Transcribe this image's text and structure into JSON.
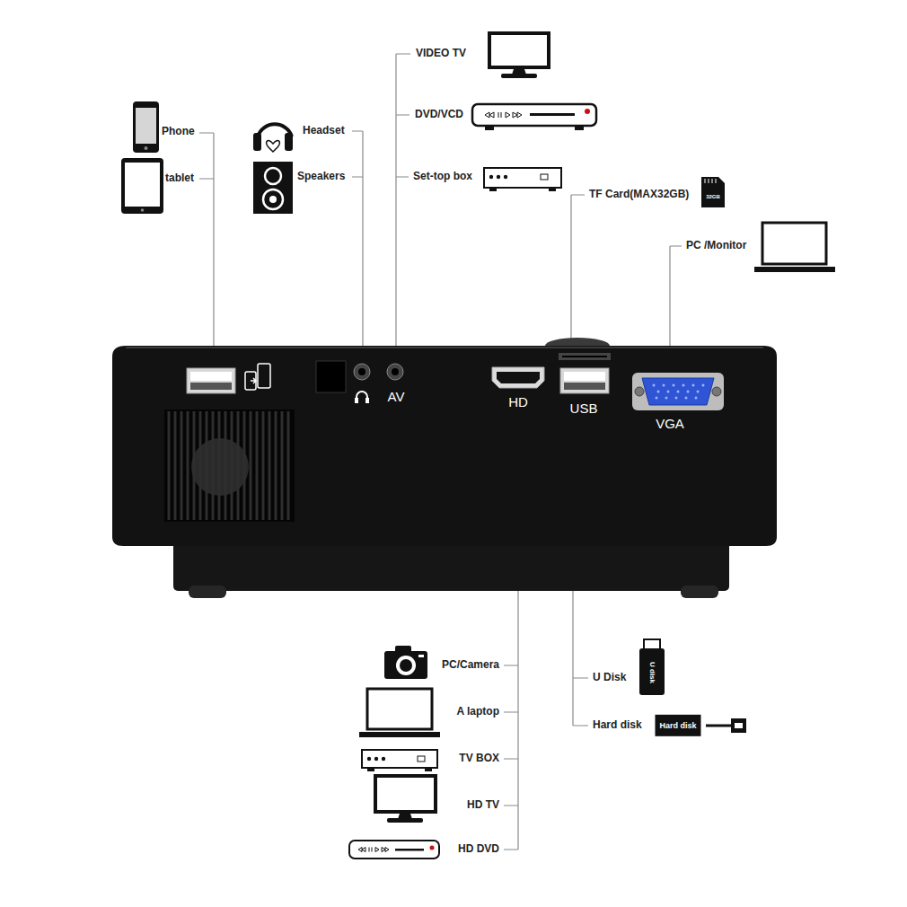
{
  "diagram": {
    "labels": [
      "Phone",
      "tablet",
      "Headset",
      "Speakers",
      "VIDEO TV",
      "DVD/VCD",
      "Set-top box",
      "TF Card(MAX32GB)",
      "32GB",
      "PC /Monitor",
      "AV",
      "HD",
      "USB",
      "VGA",
      "PC/Camera",
      "A laptop",
      "TV BOX",
      "HD TV",
      "HD DVD",
      "U Disk",
      "U disk",
      "Hard disk",
      "Hard disk"
    ]
  }
}
